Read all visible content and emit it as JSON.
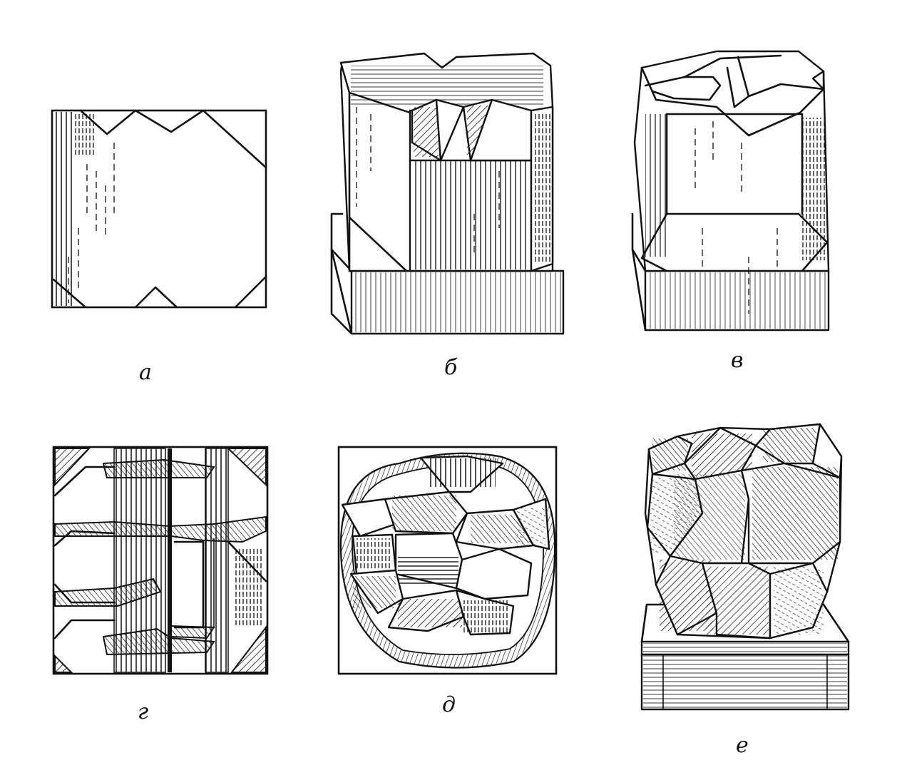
{
  "figure": {
    "panels": [
      {
        "id": "a",
        "label": "а"
      },
      {
        "id": "b",
        "label": "б"
      },
      {
        "id": "v",
        "label": "в"
      },
      {
        "id": "g",
        "label": "г"
      },
      {
        "id": "d",
        "label": "д"
      },
      {
        "id": "e",
        "label": "е"
      }
    ]
  }
}
